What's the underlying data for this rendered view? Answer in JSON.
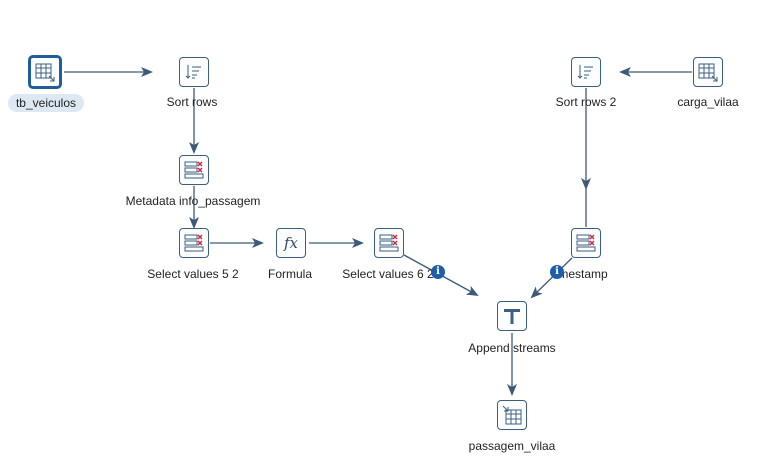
{
  "steps": {
    "tb_veiculos": {
      "label": "tb_veiculos",
      "icon": "table-input-icon"
    },
    "sort_rows": {
      "label": "Sort rows",
      "icon": "sort-rows-icon"
    },
    "metadata_info": {
      "label": "Metadata info_passagem",
      "icon": "select-values-icon"
    },
    "select_values_5_2": {
      "label": "Select values 5 2",
      "icon": "select-values-icon"
    },
    "formula": {
      "label": "Formula",
      "icon": "formula-icon"
    },
    "select_values_6_2": {
      "label": "Select values 6 2",
      "icon": "select-values-icon"
    },
    "sort_rows_2": {
      "label": "Sort rows 2",
      "icon": "sort-rows-icon"
    },
    "carga_vilaa": {
      "label": "carga_vilaa",
      "icon": "table-input-icon"
    },
    "timestamp": {
      "label": "mestamp",
      "icon": "select-values-icon"
    },
    "append_streams": {
      "label": "Append streams",
      "icon": "append-streams-icon"
    },
    "passagem_vilaa": {
      "label": "passagem_vilaa",
      "icon": "table-output-icon"
    }
  },
  "info_glyph": "i",
  "colors": {
    "hop": "#3d5a78",
    "accent": "#1d5fa8",
    "error": "#d0263a"
  }
}
